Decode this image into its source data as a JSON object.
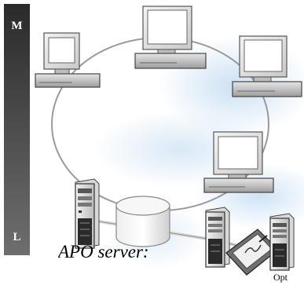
{
  "scale": {
    "top_label": "M",
    "bottom_label": "L"
  },
  "caption": "APO server:",
  "optional_label": "Opt",
  "icons": [
    "desktop-computer-icon",
    "tower-server-icon",
    "database-disk-icon",
    "tablet-pen-icon"
  ],
  "colors": {
    "scale_bar": "#3a3a3a",
    "network_ring": "#9a9a9a",
    "background_wash": "#a8cdee"
  }
}
